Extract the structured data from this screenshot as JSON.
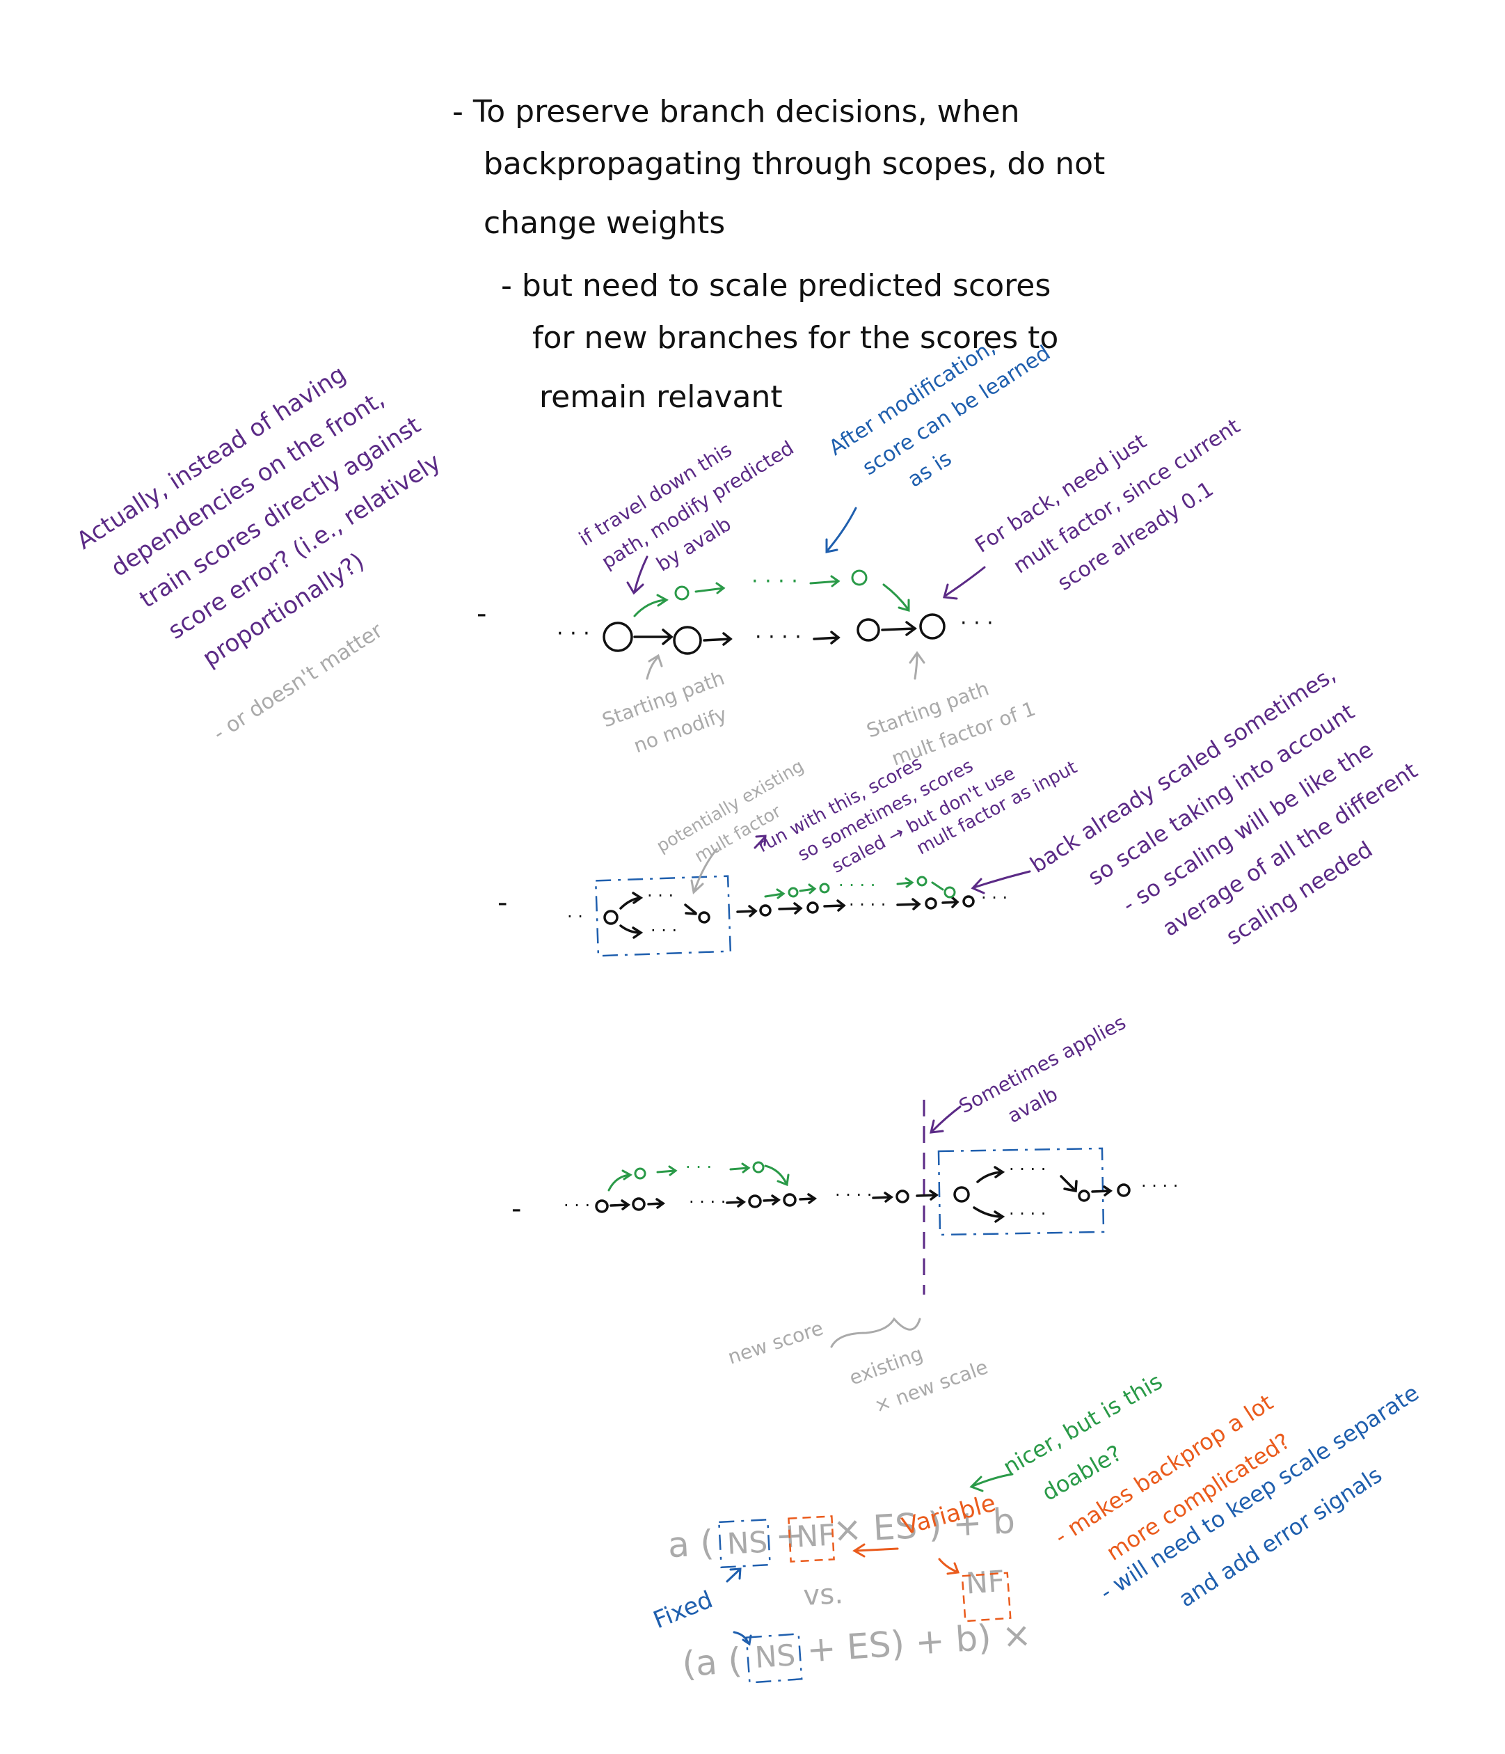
{
  "colors": {
    "ink": "#111111",
    "purple": "#5b2a86",
    "blue": "#1f5fae",
    "green": "#2a9a48",
    "gray": "#aaaaaa",
    "orange": "#ea5b1c"
  },
  "notes": {
    "main": [
      "- To preserve branch decisions, when",
      "backpropagating through scopes, do not",
      "change weights",
      "- but need to scale predicted scores",
      "for new branches for the scores to",
      "remain relavant"
    ],
    "side_purple": [
      "Actually, instead of having",
      "dependencies on the front,",
      "train scores directly against",
      "score error? (i.e., relatively",
      "proportionally?)"
    ],
    "side_gray": "- or doesn't matter"
  },
  "diagram1": {
    "bullet": "-",
    "annotation_purple_left": [
      "if travel down this",
      "path, modify predicted",
      "by avalb"
    ],
    "annotation_blue": [
      "After modification,",
      "score can be learned",
      "as is"
    ],
    "annotation_purple_right": [
      "For back, need just",
      "mult factor, since current",
      "score already 0.1"
    ],
    "label_gray_left": [
      "Starting path",
      "no modify"
    ],
    "label_gray_right": [
      "Starting path",
      "mult factor of 1"
    ]
  },
  "diagram2": {
    "bullet": "-",
    "label_gray": [
      "potentially existing",
      "mult factor"
    ],
    "annotation_purple_mid": [
      "run with this, scores",
      "so sometimes, scores",
      "scaled → but don't use",
      "mult factor as input"
    ],
    "annotation_purple_right": [
      "back already scaled sometimes,",
      "so scale taking into account",
      "- so scaling will be like the",
      "average of all the different",
      "scaling needed"
    ]
  },
  "diagram3": {
    "bullet": "-",
    "annotation_purple": [
      "Sometimes applies",
      "avalb"
    ],
    "label_new_score": "new score",
    "label_existing": [
      "existing",
      "× new scale"
    ]
  },
  "formula": {
    "line1": [
      "a (",
      "NS",
      "+",
      "NF",
      "× ES ) + b"
    ],
    "vs": "vs.",
    "line2": [
      "(a (",
      "NS",
      "+ ES) + b) ×",
      "NF"
    ],
    "label_fixed": "Fixed",
    "label_variable": "Variable",
    "green_note": [
      "nicer, but is this",
      "doable?"
    ],
    "orange_note": [
      "- makes backprop a lot",
      "more complicated?"
    ],
    "blue_note": [
      "- will need to keep scale separate",
      "and add error signals"
    ]
  }
}
